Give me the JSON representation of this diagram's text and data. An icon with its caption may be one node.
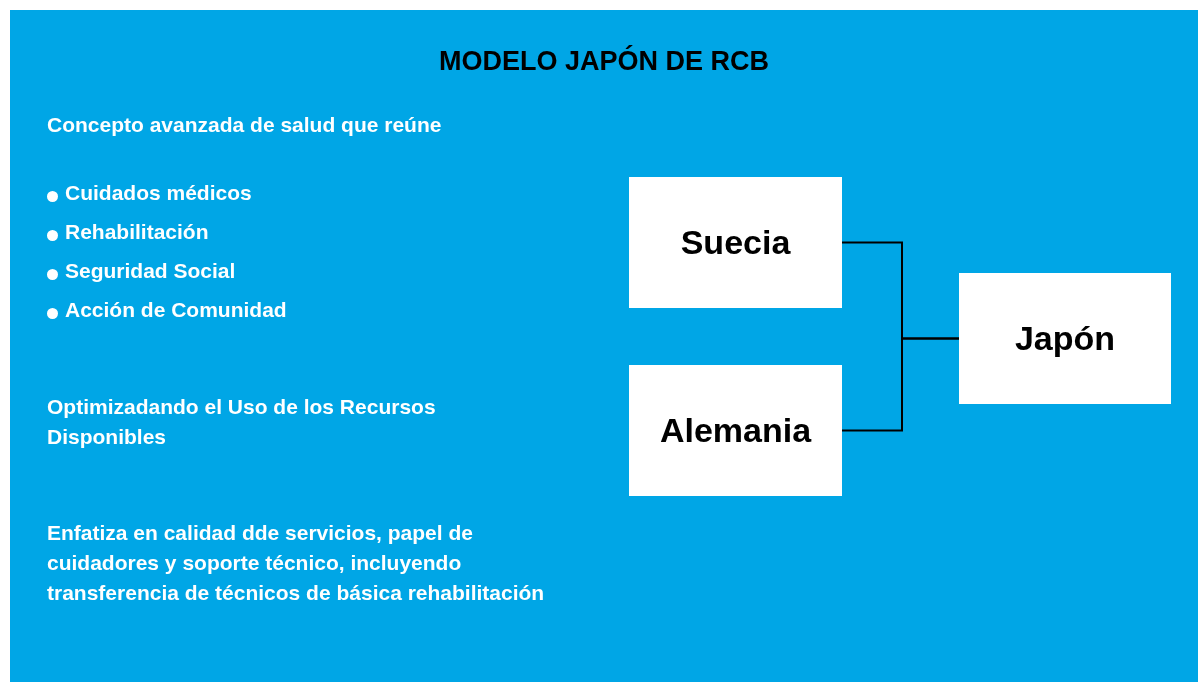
{
  "diagram": {
    "title": "MODELO JAPÓN DE RCB",
    "nodes": [
      {
        "text": [
          "Suecia"
        ]
      },
      {
        "text": [
          "Alemania"
        ]
      },
      {
        "text": [
          "Japón"
        ]
      }
    ],
    "edges": [
      {
        "from": 0,
        "to": 2,
        "arrow": "none"
      },
      {
        "from": 1,
        "to": 2,
        "arrow": "none"
      }
    ],
    "labels": [
      "Concepto avanzada de salud que reúne",
      "Cuidados médicos",
      "Rehabilitación",
      "Seguridad Social",
      "Acción de Comunidad",
      "Optimizadando el Uso de los Recursos Disponibles",
      "Enfatiza en calidad dde servicios, papel de cuidadores y soporte técnico, incluyendo transferencia de técnicos de básica rehabilitación"
    ]
  }
}
